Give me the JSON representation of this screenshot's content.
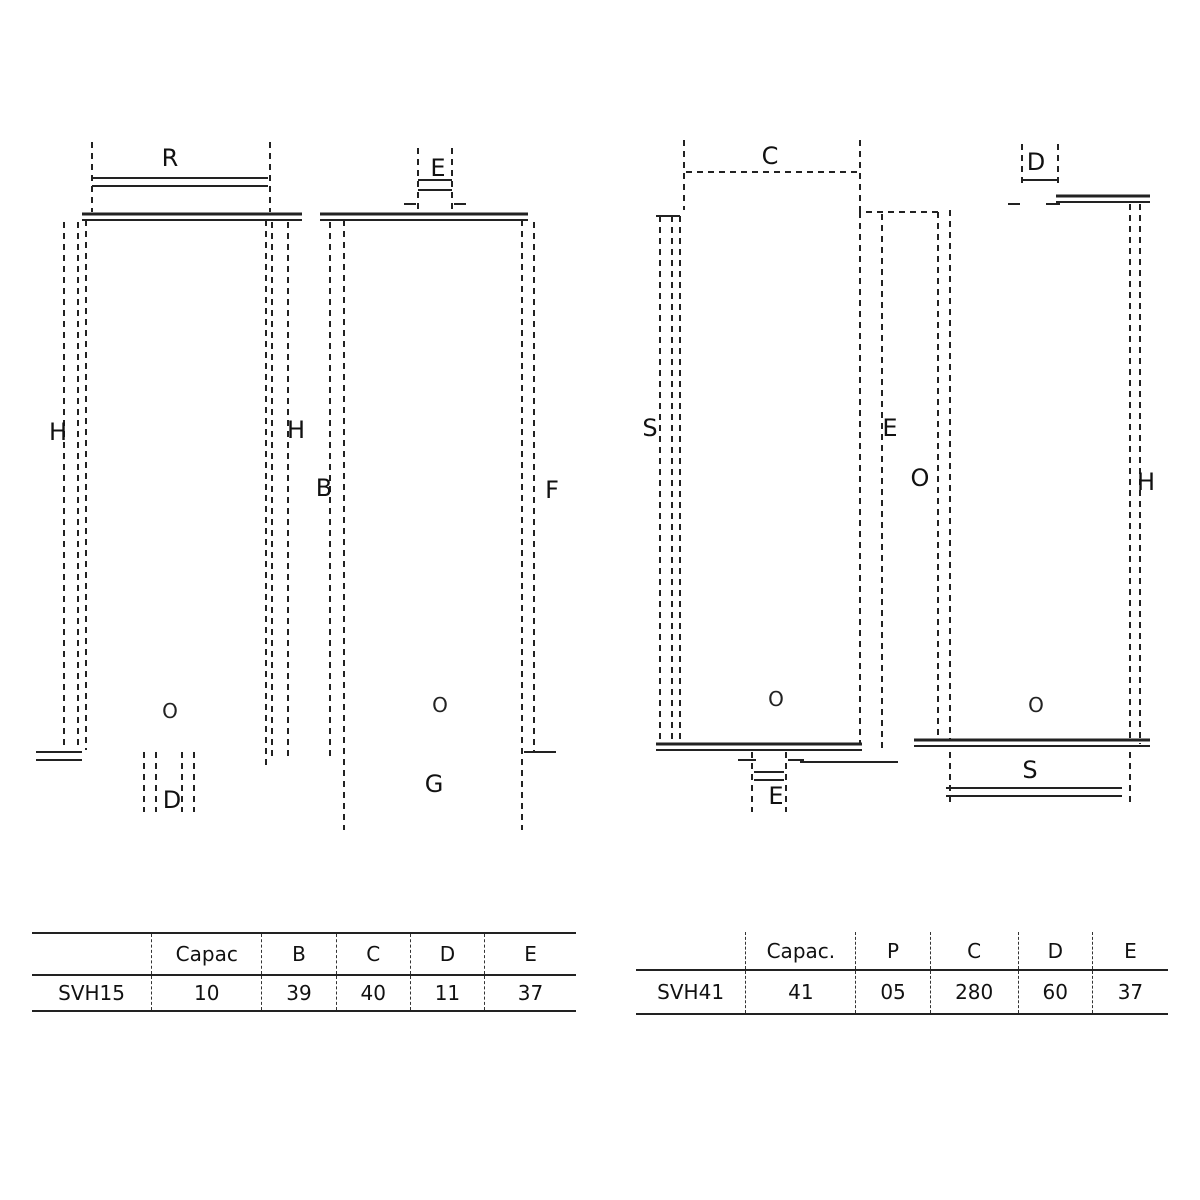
{
  "drawing_labels": {
    "p1_top": "R",
    "p1_left": "H",
    "p1_right": "H",
    "p1_bottom": "D",
    "p1_center": "O",
    "p2_top": "E",
    "p2_left": "B",
    "p2_right": "F",
    "p2_center": "O",
    "p2_bottom": "G",
    "p3_top": "C",
    "p3_left": "S",
    "p3_right": "E",
    "p3_center": "O",
    "p3_bottom": "E",
    "p4_top": "D",
    "p4_left": "O",
    "p4_right": "H",
    "p4_center": "O",
    "p4_bottom": "S"
  },
  "table_left": {
    "headers": [
      "",
      "Capac",
      "B",
      "C",
      "D",
      "E"
    ],
    "rows": [
      [
        "SVH15",
        "10",
        "39",
        "40",
        "11",
        "37"
      ]
    ]
  },
  "table_right": {
    "headers": [
      "",
      "Capac.",
      "P",
      "C",
      "D",
      "E"
    ],
    "rows": [
      [
        "SVH41",
        "41",
        "05",
        "280",
        "60",
        "37"
      ]
    ]
  }
}
